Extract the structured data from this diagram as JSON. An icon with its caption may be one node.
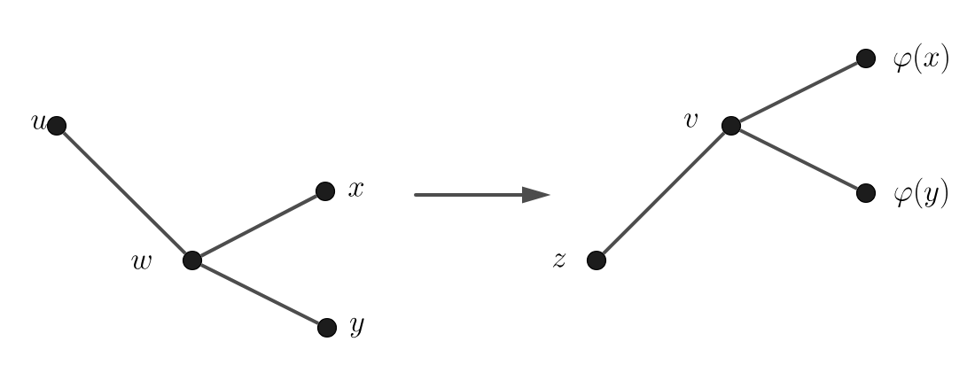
{
  "diagram": {
    "nodes": [
      {
        "text": [],
        "shape": "circle",
        "beside": [
          "u"
        ]
      },
      {
        "text": [],
        "shape": "circle",
        "beside": [
          "w"
        ]
      },
      {
        "text": [],
        "shape": "circle",
        "beside": [
          "x"
        ]
      },
      {
        "text": [],
        "shape": "circle",
        "beside": [
          "y"
        ]
      },
      {
        "text": [],
        "shape": "circle",
        "beside": [
          "z"
        ]
      },
      {
        "text": [],
        "shape": "circle",
        "beside": [
          "v"
        ]
      },
      {
        "text": [],
        "shape": "circle",
        "beside": [
          "\\varphi(x)"
        ]
      },
      {
        "text": [],
        "shape": "circle",
        "beside": [
          "\\varphi(y)"
        ]
      }
    ],
    "edges": [
      {
        "from": 0,
        "to": 1,
        "arrow": "none"
      },
      {
        "from": 1,
        "to": 2,
        "arrow": "none"
      },
      {
        "from": 1,
        "to": 3,
        "arrow": "none"
      },
      {
        "from": 4,
        "to": 5,
        "arrow": "none"
      },
      {
        "from": 5,
        "to": 6,
        "arrow": "none"
      },
      {
        "from": 5,
        "to": 7,
        "arrow": "none"
      }
    ]
  }
}
